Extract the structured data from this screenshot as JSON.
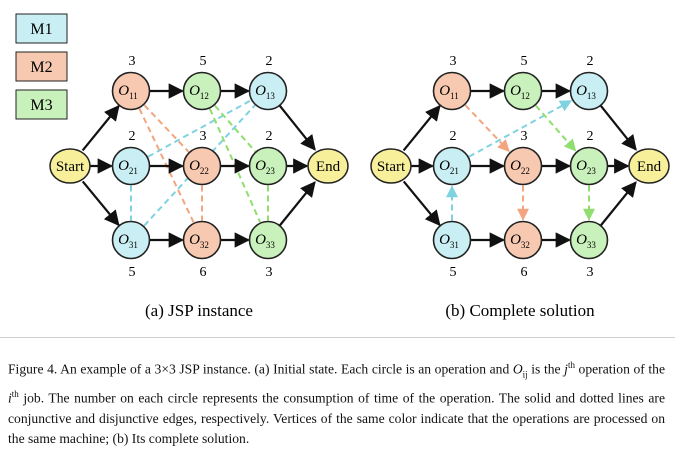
{
  "legend": [
    {
      "id": "M1",
      "label": "M1",
      "color": "#c9eef3"
    },
    {
      "id": "M2",
      "label": "M2",
      "color": "#f7c9b0"
    },
    {
      "id": "M3",
      "label": "M3",
      "color": "#c9f1bc"
    }
  ],
  "terminals": {
    "start": "Start",
    "end": "End",
    "start_color": "#f7ef9a"
  },
  "panels": [
    {
      "id": "a",
      "caption": "(a) JSP instance",
      "nodes": [
        {
          "id": "11",
          "main": "O",
          "sub": "11",
          "machine": "M2",
          "duration": "3"
        },
        {
          "id": "12",
          "main": "O",
          "sub": "12",
          "machine": "M3",
          "duration": "5"
        },
        {
          "id": "13",
          "main": "O",
          "sub": "13",
          "machine": "M1",
          "duration": "2"
        },
        {
          "id": "21",
          "main": "O",
          "sub": "21",
          "machine": "M1",
          "duration": "2"
        },
        {
          "id": "22",
          "main": "O",
          "sub": "22",
          "machine": "M2",
          "duration": "3"
        },
        {
          "id": "23",
          "main": "O",
          "sub": "23",
          "machine": "M3",
          "duration": "2"
        },
        {
          "id": "31",
          "main": "O",
          "sub": "31",
          "machine": "M1",
          "duration": "5"
        },
        {
          "id": "32",
          "main": "O",
          "sub": "32",
          "machine": "M2",
          "duration": "6"
        },
        {
          "id": "33",
          "main": "O",
          "sub": "33",
          "machine": "M3",
          "duration": "3"
        }
      ],
      "disjunctive": [
        {
          "from": "21",
          "to": "13",
          "machine": "M1"
        },
        {
          "from": "31",
          "to": "13",
          "machine": "M1"
        },
        {
          "from": "21",
          "to": "31",
          "machine": "M1"
        },
        {
          "from": "11",
          "to": "22",
          "machine": "M2"
        },
        {
          "from": "11",
          "to": "32",
          "machine": "M2"
        },
        {
          "from": "22",
          "to": "32",
          "machine": "M2"
        },
        {
          "from": "12",
          "to": "23",
          "machine": "M3"
        },
        {
          "from": "12",
          "to": "33",
          "machine": "M3"
        },
        {
          "from": "23",
          "to": "33",
          "machine": "M3"
        }
      ]
    },
    {
      "id": "b",
      "caption": "(b) Complete solution",
      "nodes": [
        {
          "id": "11",
          "main": "O",
          "sub": "11",
          "machine": "M2",
          "duration": "3"
        },
        {
          "id": "12",
          "main": "O",
          "sub": "12",
          "machine": "M3",
          "duration": "5"
        },
        {
          "id": "13",
          "main": "O",
          "sub": "13",
          "machine": "M1",
          "duration": "2"
        },
        {
          "id": "21",
          "main": "O",
          "sub": "21",
          "machine": "M1",
          "duration": "2"
        },
        {
          "id": "22",
          "main": "O",
          "sub": "22",
          "machine": "M2",
          "duration": "3"
        },
        {
          "id": "23",
          "main": "O",
          "sub": "23",
          "machine": "M3",
          "duration": "2"
        },
        {
          "id": "31",
          "main": "O",
          "sub": "31",
          "machine": "M1",
          "duration": "5"
        },
        {
          "id": "32",
          "main": "O",
          "sub": "32",
          "machine": "M2",
          "duration": "6"
        },
        {
          "id": "33",
          "main": "O",
          "sub": "33",
          "machine": "M3",
          "duration": "3"
        }
      ],
      "disjunctive": [
        {
          "from": "21",
          "to": "13",
          "machine": "M1",
          "directed": true
        },
        {
          "from": "31",
          "to": "21",
          "machine": "M1",
          "directed": true
        },
        {
          "from": "11",
          "to": "22",
          "machine": "M2",
          "directed": true
        },
        {
          "from": "22",
          "to": "32",
          "machine": "M2",
          "directed": true
        },
        {
          "from": "12",
          "to": "23",
          "machine": "M3",
          "directed": true
        },
        {
          "from": "23",
          "to": "33",
          "machine": "M3",
          "directed": true
        }
      ]
    }
  ],
  "figure_caption": {
    "prefix": "Figure 4. An example of a 3×3 JSP instance. (a) Initial state. Each circle is an operation and ",
    "O": "O",
    "Osub": "ij",
    "mid1": " is the ",
    "j": "j",
    "jsup": "th",
    "mid2": " operation of the ",
    "i": "i",
    "isup": "th",
    "suffix": " job. The number on each circle represents the consumption of time of the operation. The solid and dotted lines are conjunctive and disjunctive edges, respectively. Vertices of the same color indicate that the operations are processed on the same machine; (b) Its complete solution."
  }
}
